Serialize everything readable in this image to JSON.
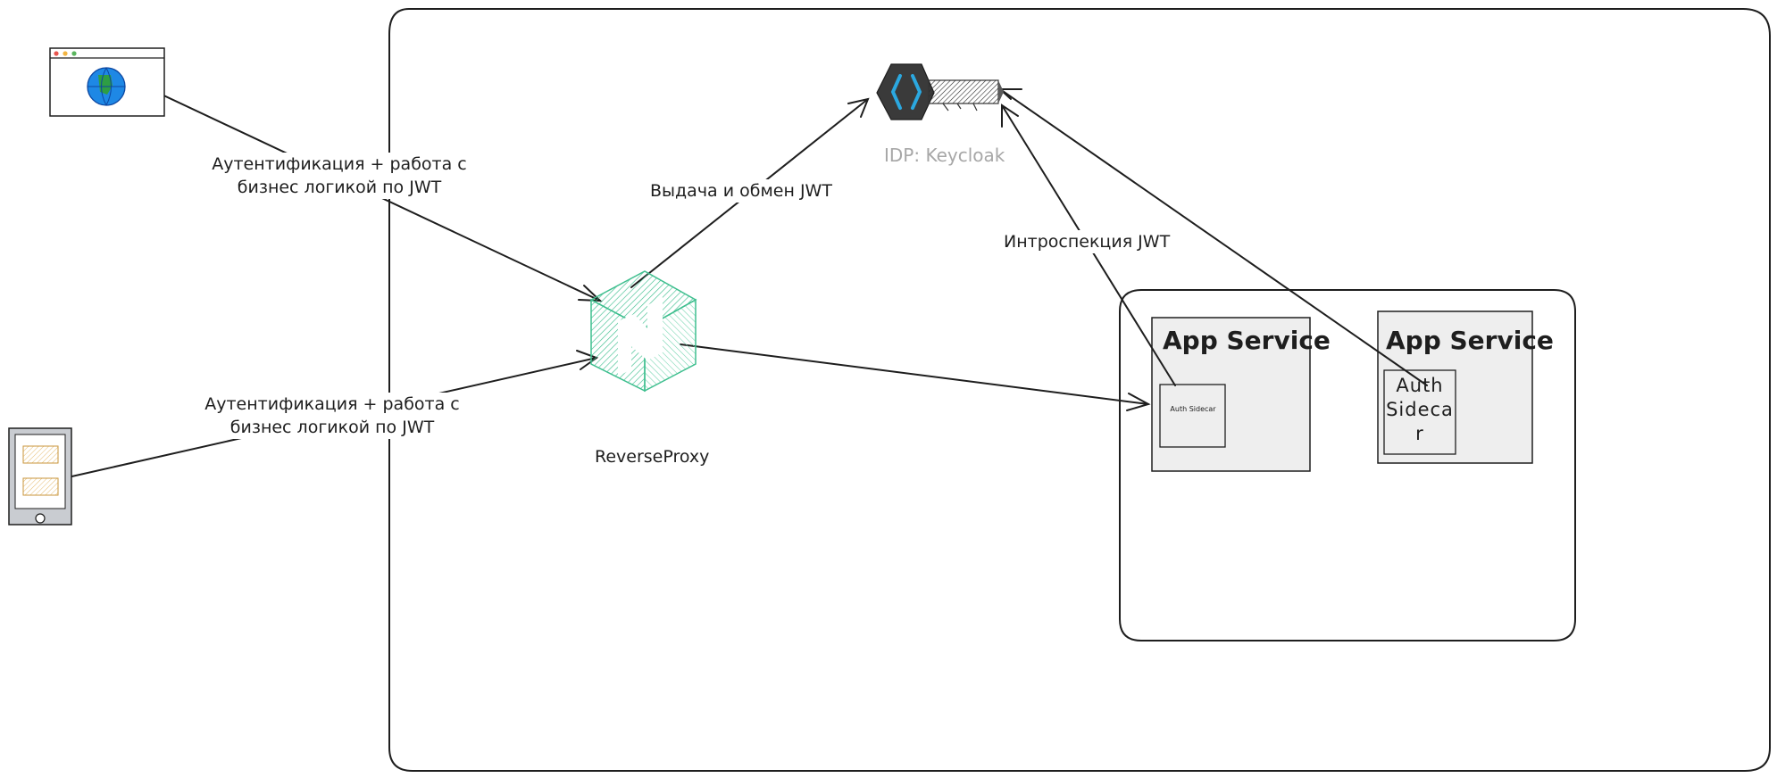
{
  "edges": {
    "browser_to_proxy": "Аутентификация + работа с бизнес логикой по  JWT",
    "mobile_to_proxy": "Аутентификация + работа с бизнес логикой по  JWT",
    "proxy_to_idp": "Выдача и обмен JWT",
    "sidecar_to_idp": "Интроспекция JWT"
  },
  "nodes": {
    "idp": {
      "label": "IDP: Keycloak",
      "icon": "key-icon"
    },
    "proxy": {
      "label": "ReverseProxy",
      "icon": "cube-icon"
    },
    "browser": {
      "icon": "browser-globe-icon"
    },
    "mobile": {
      "icon": "mobile-device-icon"
    },
    "service_1": {
      "title": "App Service",
      "sidecar": "Auth Sidecar"
    },
    "service_2": {
      "title": "App Service",
      "sidecar_lines": [
        "Auth",
        "Sideca",
        "r"
      ]
    }
  },
  "colors": {
    "stroke": "#1e1e1e",
    "proxy_green": "#3fbf8f",
    "idp_label": "#a7a7a7",
    "service_fill": "#eeeeee",
    "globe_blue": "#1e88e5",
    "globe_green": "#2e9e44",
    "mobile_yellow": "#ffd27a",
    "mobile_body": "#c9ccd1"
  }
}
